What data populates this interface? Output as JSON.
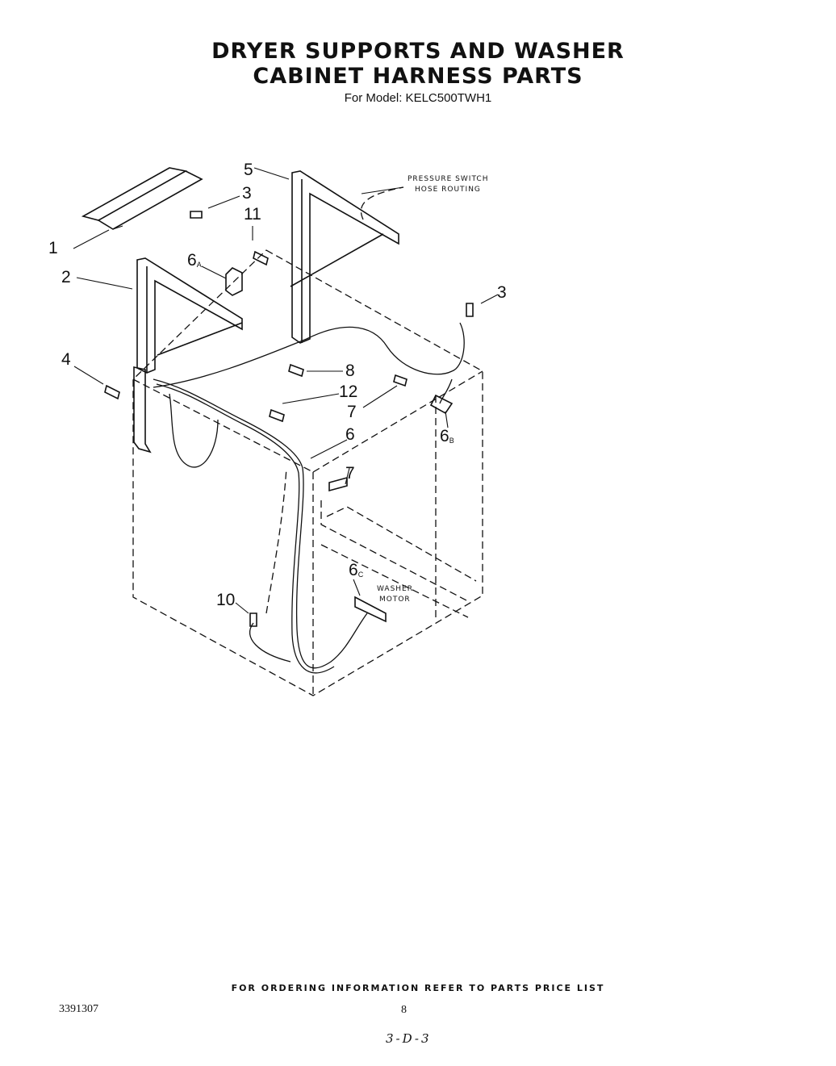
{
  "title": {
    "line1": "DRYER SUPPORTS AND WASHER",
    "line2": "CABINET HARNESS PARTS",
    "model": "For Model: KELC500TWH1"
  },
  "callouts": {
    "c1": "1",
    "c2": "2",
    "c3a": "3",
    "c3b": "3",
    "c4": "4",
    "c5": "5",
    "c6": "6",
    "c6a": "6",
    "c6a_sub": "A",
    "c6b": "6",
    "c6b_sub": "B",
    "c6c": "6",
    "c6c_sub": "C",
    "c7a": "7",
    "c7b": "7",
    "c8": "8",
    "c10": "10",
    "c11": "11",
    "c12": "12"
  },
  "notes": {
    "pressure_line1": "PRESSURE SWITCH",
    "pressure_line2": "HOSE ROUTING",
    "motor_line1": "WASHER",
    "motor_line2": "MOTOR"
  },
  "footer": {
    "ordering": "FOR ORDERING INFORMATION REFER TO PARTS PRICE LIST",
    "doc_number": "3391307",
    "page_number": "8",
    "hand_code": "3-D-3"
  }
}
